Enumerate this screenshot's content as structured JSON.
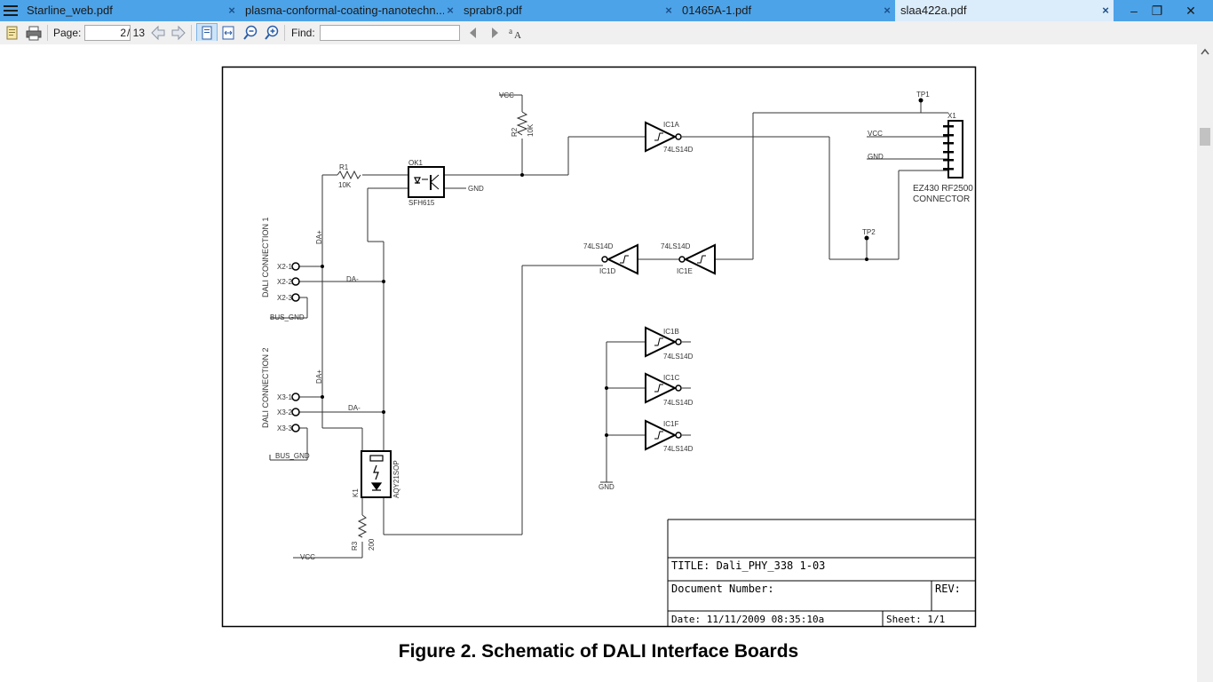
{
  "tabs": [
    {
      "label": "Starline_web.pdf",
      "active": false
    },
    {
      "label": "plasma-conformal-coating-nanotechn...",
      "active": false
    },
    {
      "label": "sprabr8.pdf",
      "active": false
    },
    {
      "label": "01465A-1.pdf",
      "active": false
    },
    {
      "label": "slaa422a.pdf",
      "active": true
    }
  ],
  "toolbar": {
    "page_label": "Page:",
    "page_current": "2",
    "page_total": "/ 13",
    "find_label": "Find:",
    "find_value": ""
  },
  "window_controls": {
    "minimize": "–",
    "restore": "❐",
    "close": "✕"
  },
  "document": {
    "caption": "Figure 2. Schematic of DALI Interface Boards"
  },
  "schematic": {
    "labels": {
      "vcc_top": "VCC",
      "r2": "R2",
      "r2_val": "10K",
      "r1": "R1",
      "r1_val": "10K",
      "ok1": "OK1",
      "sfh615": "SFH615",
      "gnd_ok1": "GND",
      "ic1a": "IC1A",
      "ic1a_part": "74LS14D",
      "ic1d": "IC1D",
      "ic1d_part": "74LS14D",
      "ic1e": "IC1E",
      "ic1e_part": "74LS14D",
      "ic1b": "IC1B",
      "ic1b_part": "74LS14D",
      "ic1c": "IC1C",
      "ic1c_part": "74LS14D",
      "ic1f": "IC1F",
      "ic1f_part": "74LS14D",
      "gnd_bottom": "GND",
      "tp1": "TP1",
      "tp2": "TP2",
      "x1": "X1",
      "vcc_conn": "VCC",
      "gnd_conn": "GND",
      "ez430_1": "EZ430 RF2500",
      "ez430_2": "CONNECTOR",
      "dali1": "DALI CONNECTION 1",
      "dali2": "DALI CONNECTION 2",
      "x2_1": "X2-1",
      "x2_2": "X2-2",
      "x2_3": "X2-3",
      "x3_1": "X3-1",
      "x3_2": "X3-2",
      "x3_3": "X3-3",
      "bus_gnd1": "BUS_GND",
      "bus_gnd2": "BUS_GND",
      "da_plus1": "DA+",
      "da_minus1": "DA-",
      "da_plus2": "DA+",
      "da_minus2": "DA-",
      "k1": "K1",
      "aqy": "AQY21SOP",
      "r3": "R3",
      "r3_val": "200",
      "vcc_bottom": "VCC",
      "title_row": "TITLE:  Dali_PHY_338 1-03",
      "docnum_row": "Document Number:",
      "rev_row": "REV:",
      "date_row": "Date: 11/11/2009 08:35:10a",
      "sheet_row": "Sheet: 1/1"
    }
  }
}
